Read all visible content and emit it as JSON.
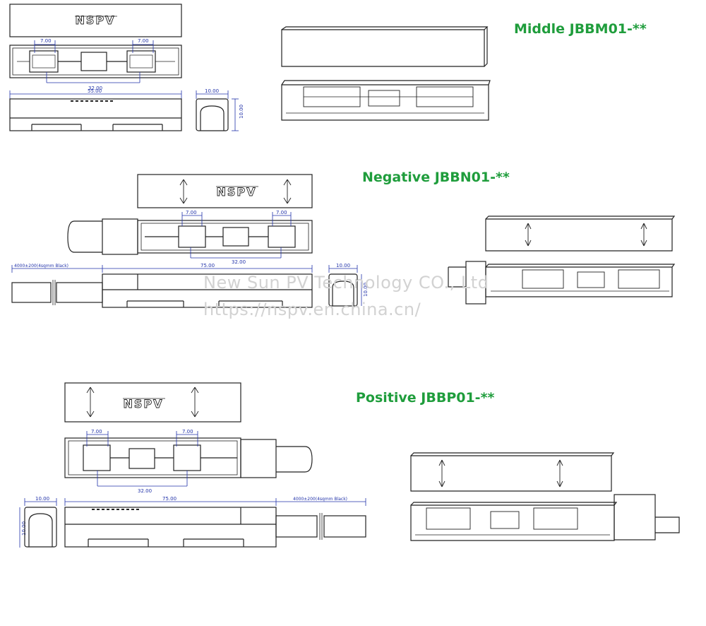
{
  "colors": {
    "title": "#1f9d3c",
    "outline": "#222222",
    "dimension": "#2233aa",
    "watermark": "#d2d2d2",
    "background": "#ffffff"
  },
  "brand": "NSPV",
  "sections": {
    "middle": {
      "title": "Middle JBBM01-**",
      "dims": {
        "pitch_left": "7.00",
        "pitch_right": "7.00",
        "span": "32.00",
        "length": "55.00",
        "width": "10.00",
        "height": "10.00"
      }
    },
    "negative": {
      "title": "Negative JBBN01-**",
      "dims": {
        "pitch_left": "7.00",
        "pitch_right": "7.00",
        "span": "32.00",
        "cable": "4000±200(4sqmm Black)",
        "length": "75.00",
        "width": "10.00",
        "height": "10.00"
      }
    },
    "positive": {
      "title": "Positive JBBP01-**",
      "dims": {
        "pitch_left": "7.00",
        "pitch_right": "7.00",
        "span": "32.00",
        "cable": "4000±200(4sqmm Black)",
        "length": "75.00",
        "width": "10.00",
        "height": "10.00"
      }
    }
  },
  "watermark": {
    "line1": "New Sun PV Technology CO., Ltd",
    "line2": "https://nspv.en.china.cn/"
  }
}
